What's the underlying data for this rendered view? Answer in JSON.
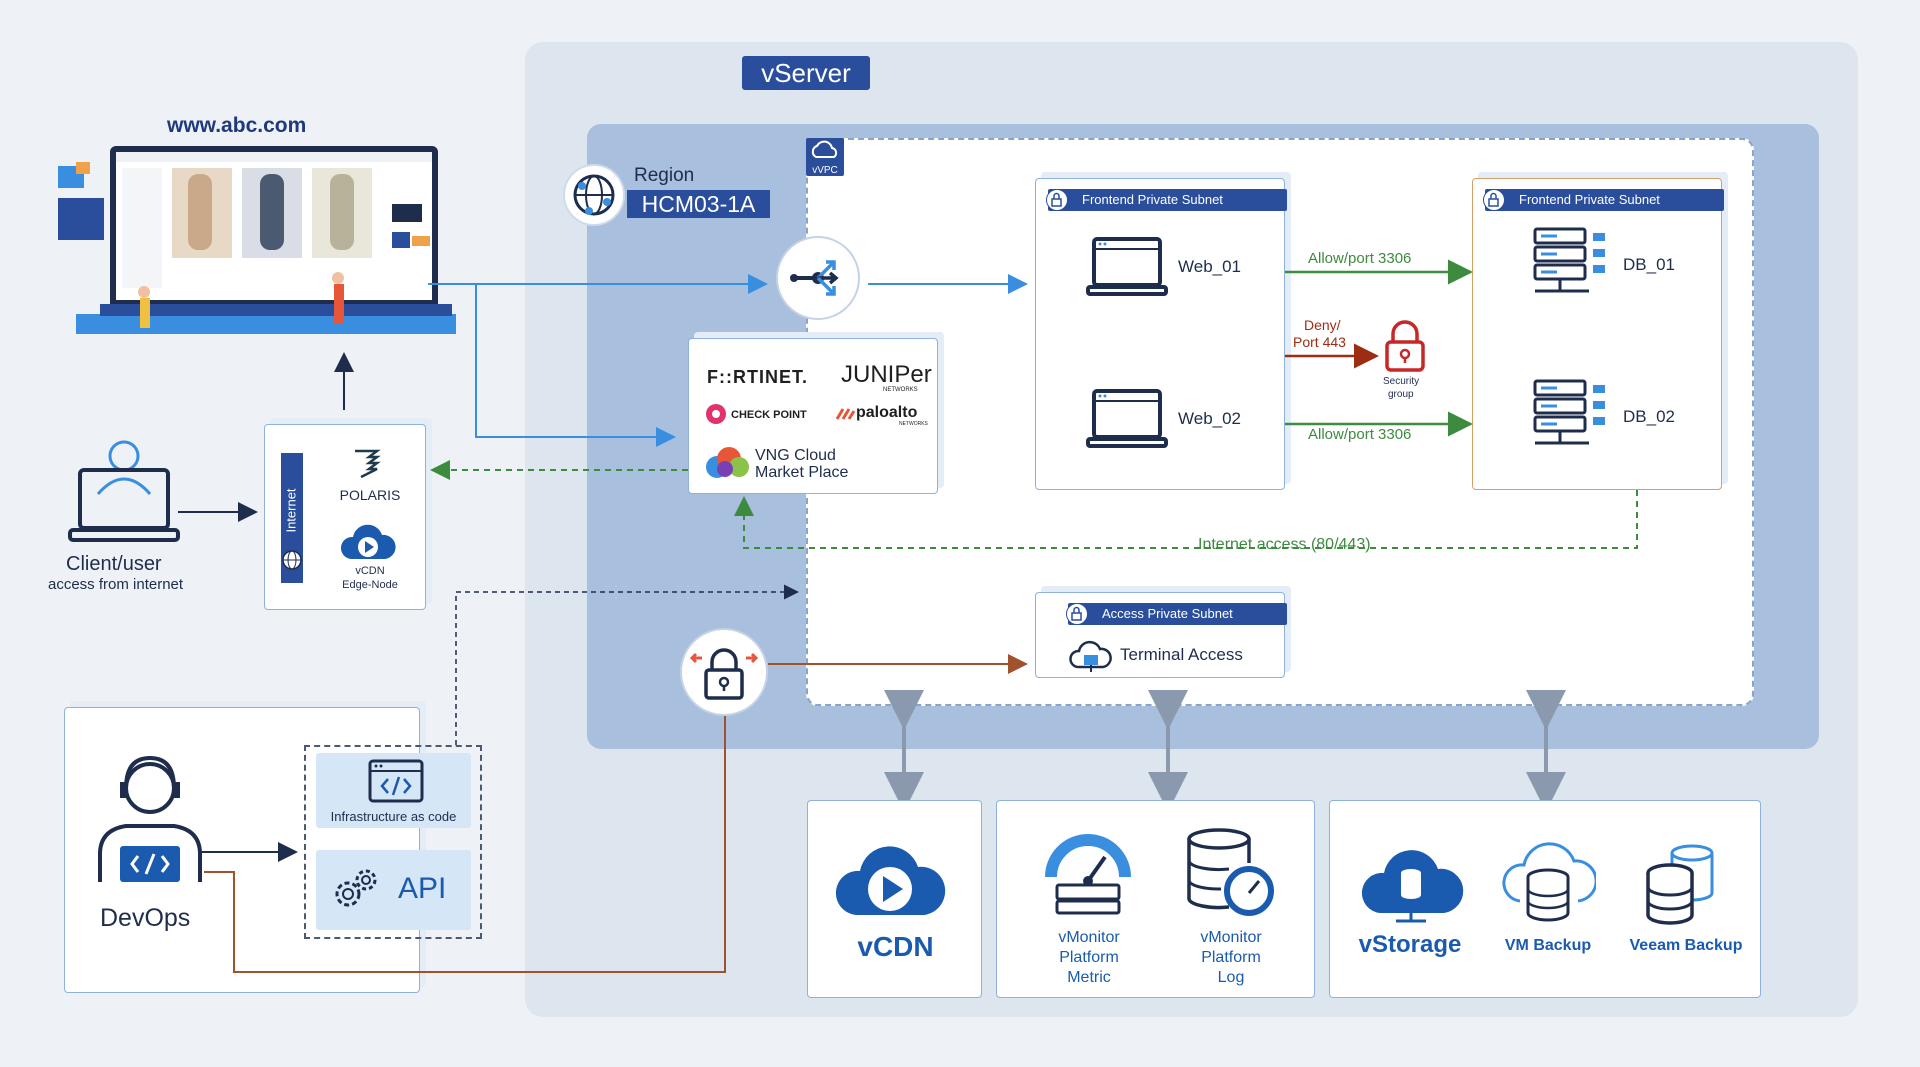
{
  "website": {
    "domain": "www.abc.com"
  },
  "client": {
    "title": "Client/user",
    "subtitle": "access from internet"
  },
  "edge": {
    "internet_label": "Internet",
    "polaris_label": "POLARIS",
    "vcdn_label": "vCDN",
    "edge_node_label": "Edge-Node"
  },
  "devops": {
    "label": "DevOps",
    "iac_label": "Infrastructure as code",
    "api_label": "API"
  },
  "vserver": {
    "title": "vServer"
  },
  "region": {
    "label": "Region",
    "name": "HCM03-1A"
  },
  "vpc": {
    "label": "vVPC"
  },
  "marketplace": {
    "fortinet": "F::RTINET.",
    "juniper": "JUNIPer",
    "juniper_sub": "NETWORKS",
    "checkpoint": "CHECK POINT",
    "paloalto": "paloalto",
    "paloalto_sub": "NETWORKS",
    "vng_line1": "VNG Cloud",
    "vng_line2": "Market Place"
  },
  "web_subnet": {
    "tag": "Frontend Private Subnet",
    "web1": "Web_01",
    "web2": "Web_02"
  },
  "db_subnet": {
    "tag": "Frontend Private Subnet",
    "db1": "DB_01",
    "db2": "DB_02"
  },
  "security": {
    "allow1": "Allow/port 3306",
    "deny_line1": "Deny/",
    "deny_line2": "Port 443",
    "allow2": "Allow/port 3306",
    "sg_line1": "Security",
    "sg_line2": "group"
  },
  "internet_access": "Internet access (80/443)",
  "access_subnet": {
    "tag": "Access Private Subnet",
    "terminal": "Terminal Access"
  },
  "services": {
    "vcdn": "vCDN",
    "vmonitor_metric": [
      "vMonitor",
      "Platform",
      "Metric"
    ],
    "vmonitor_log": [
      "vMonitor",
      "Platform",
      "Log"
    ],
    "vstorage": "vStorage",
    "vm_backup": "VM Backup",
    "veeam_backup": "Veeam Backup"
  },
  "colors": {
    "brand_blue": "#2a4e9c",
    "arrow_blue": "#3a8ee0",
    "allow_green": "#3d8b3f",
    "deny_red": "#9c2d12",
    "service_blue": "#1a5bb0",
    "vpn_brown": "#a0522d"
  }
}
